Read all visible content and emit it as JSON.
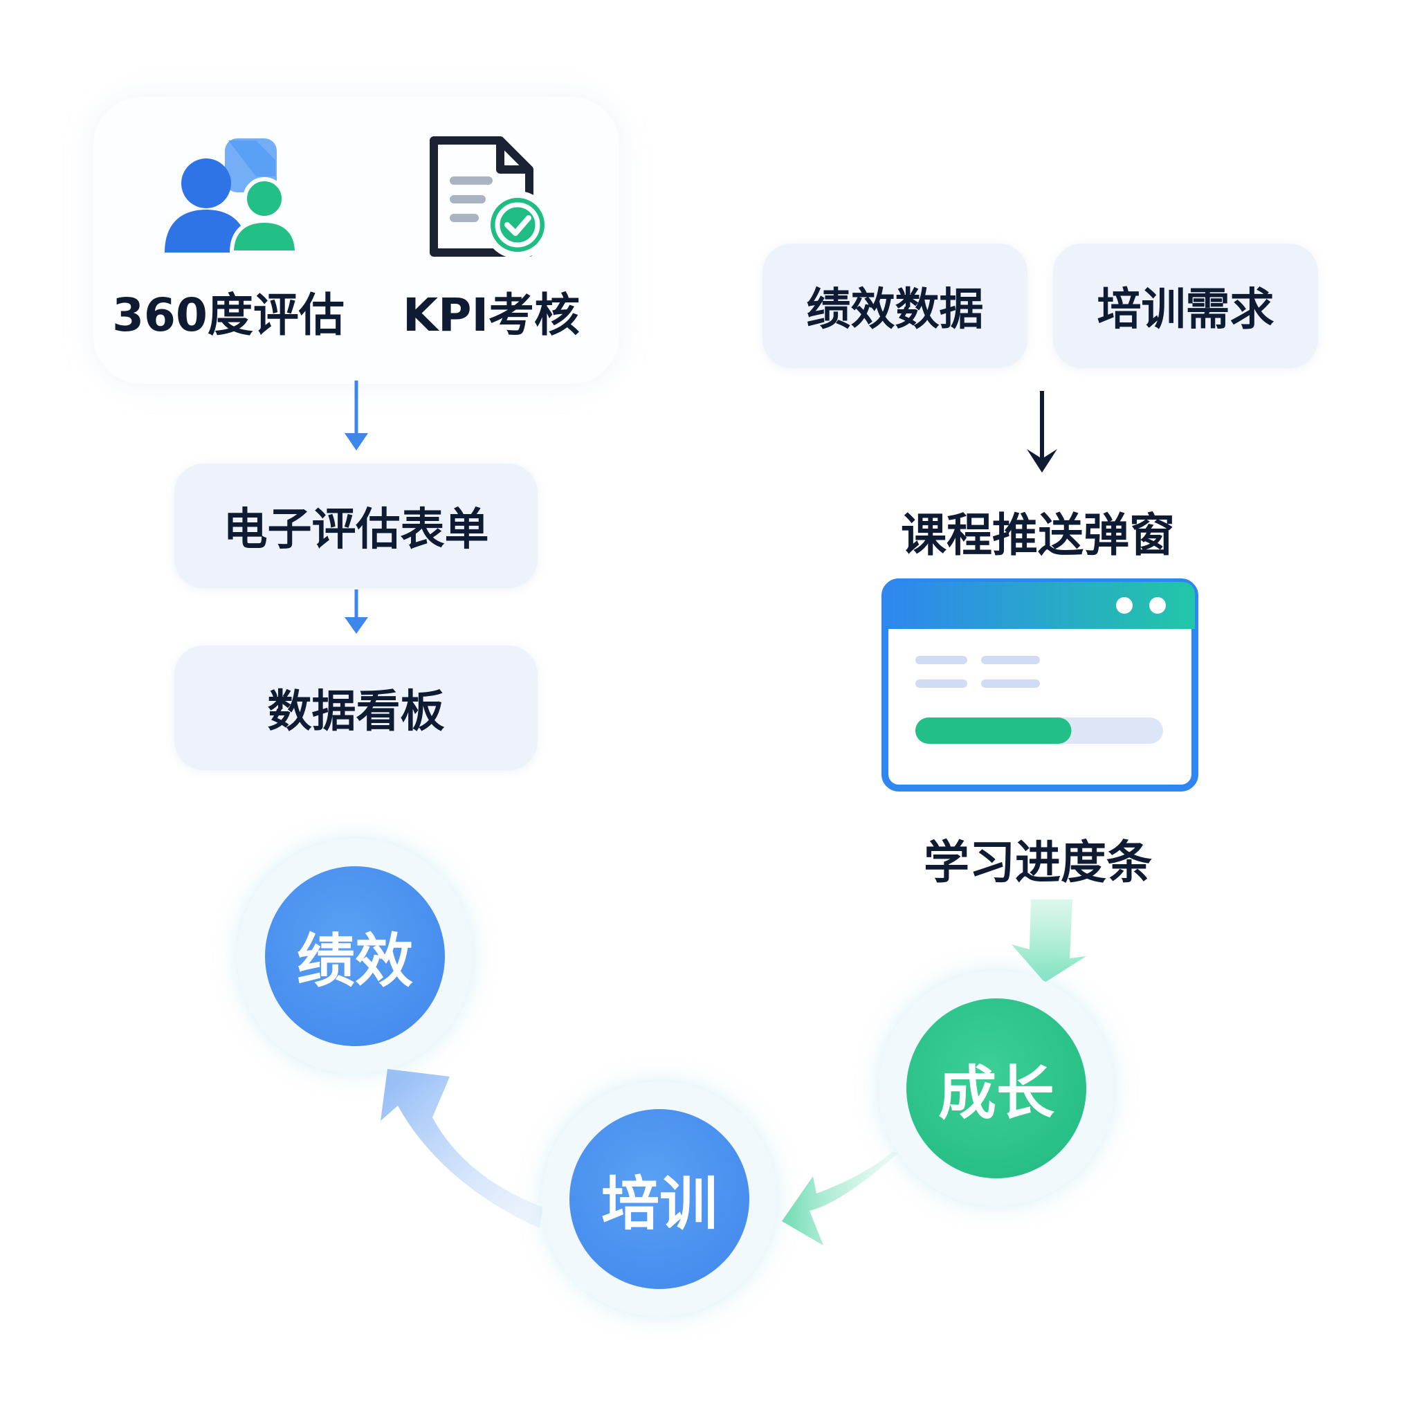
{
  "inputs": {
    "assessment_360_label": "360度评估",
    "kpi_label": "KPI考核",
    "performance_data_label": "绩效数据",
    "training_needs_label": "培训需求"
  },
  "left_flow": {
    "form_label": "电子评估表单",
    "dashboard_label": "数据看板"
  },
  "right_flow": {
    "popup_label": "课程推送弹窗",
    "progress_label": "学习进度条",
    "progress_value": 0.63
  },
  "cycle": {
    "performance": "绩效",
    "training": "培训",
    "growth": "成长"
  },
  "colors": {
    "blue": "#3f86ec",
    "green": "#20b97f",
    "navy": "#0f1b33",
    "pill_bg": "#eef3fb"
  },
  "icons": [
    "people-icon",
    "document-check-icon",
    "browser-window-icon"
  ]
}
